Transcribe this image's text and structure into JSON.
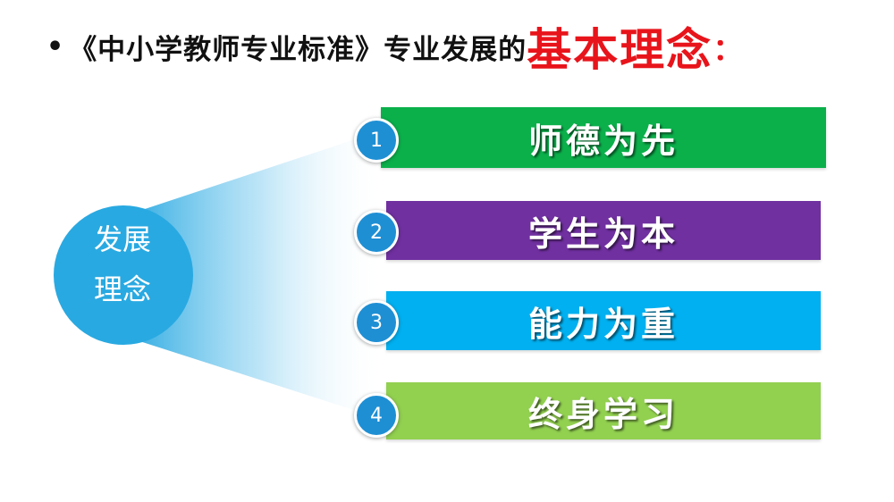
{
  "title": {
    "bullet": "•",
    "main": "《中小学教师专业标准》专业发展的",
    "emphasis": "基本理念",
    "colon": "："
  },
  "hub": {
    "line1": "发展",
    "line2": "理念",
    "color": "#29a9e1"
  },
  "items": [
    {
      "number": "1",
      "label": "师德为先",
      "color": "#0bb04b"
    },
    {
      "number": "2",
      "label": "学生为本",
      "color": "#7030a0"
    },
    {
      "number": "3",
      "label": "能力为重",
      "color": "#00b0f0"
    },
    {
      "number": "4",
      "label": "终身学习",
      "color": "#92d050"
    }
  ]
}
